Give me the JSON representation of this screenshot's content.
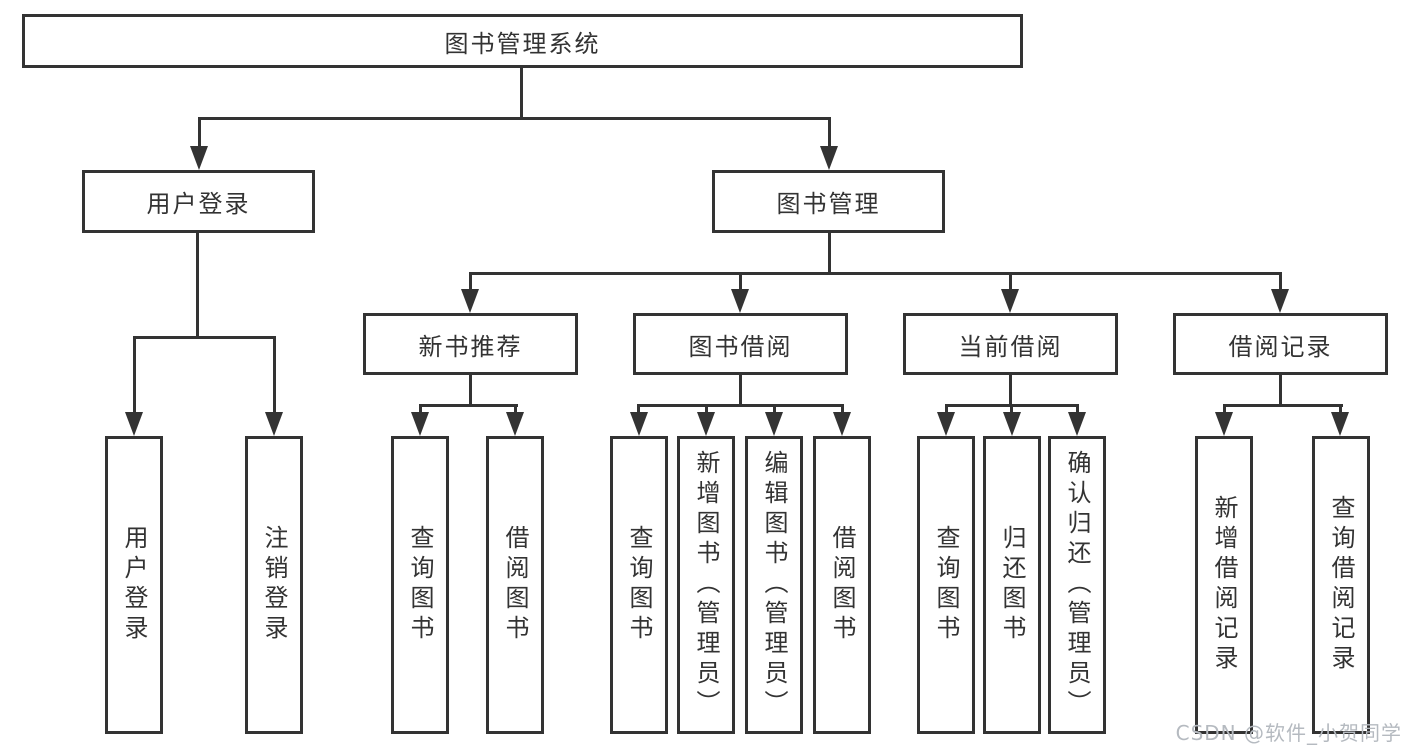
{
  "diagram_type": "hierarchy-tree",
  "colors": {
    "line": "#333333",
    "text": "#333333",
    "background": "#ffffff",
    "watermark": "#b5bac0"
  },
  "nodes": {
    "root": {
      "label": "图书管理系统"
    },
    "user_login": {
      "label": "用户登录",
      "children": {
        "login": {
          "label": "用户登录"
        },
        "logout": {
          "label": "注销登录"
        }
      }
    },
    "book_manage": {
      "label": "图书管理",
      "children_note": "four sub-modules below"
    },
    "new_book": {
      "label": "新书推荐",
      "children": {
        "query": {
          "label": "查询图书"
        },
        "borrow": {
          "label": "借阅图书"
        }
      }
    },
    "borrow_book": {
      "label": "图书借阅",
      "children": {
        "query": {
          "label": "查询图书"
        },
        "add": {
          "label": "新增图书（管理员）"
        },
        "edit": {
          "label": "编辑图书（管理员）"
        },
        "borrow": {
          "label": "借阅图书"
        }
      }
    },
    "current_borrow": {
      "label": "当前借阅",
      "children": {
        "query": {
          "label": "查询图书"
        },
        "return": {
          "label": "归还图书"
        },
        "confirm": {
          "label": "确认归还（管理员）"
        }
      }
    },
    "borrow_record": {
      "label": "借阅记录",
      "children": {
        "add": {
          "label": "新增借阅记录"
        },
        "query": {
          "label": "查询借阅记录"
        }
      }
    }
  },
  "watermark": {
    "text": "CSDN @软件_小贺同学"
  }
}
